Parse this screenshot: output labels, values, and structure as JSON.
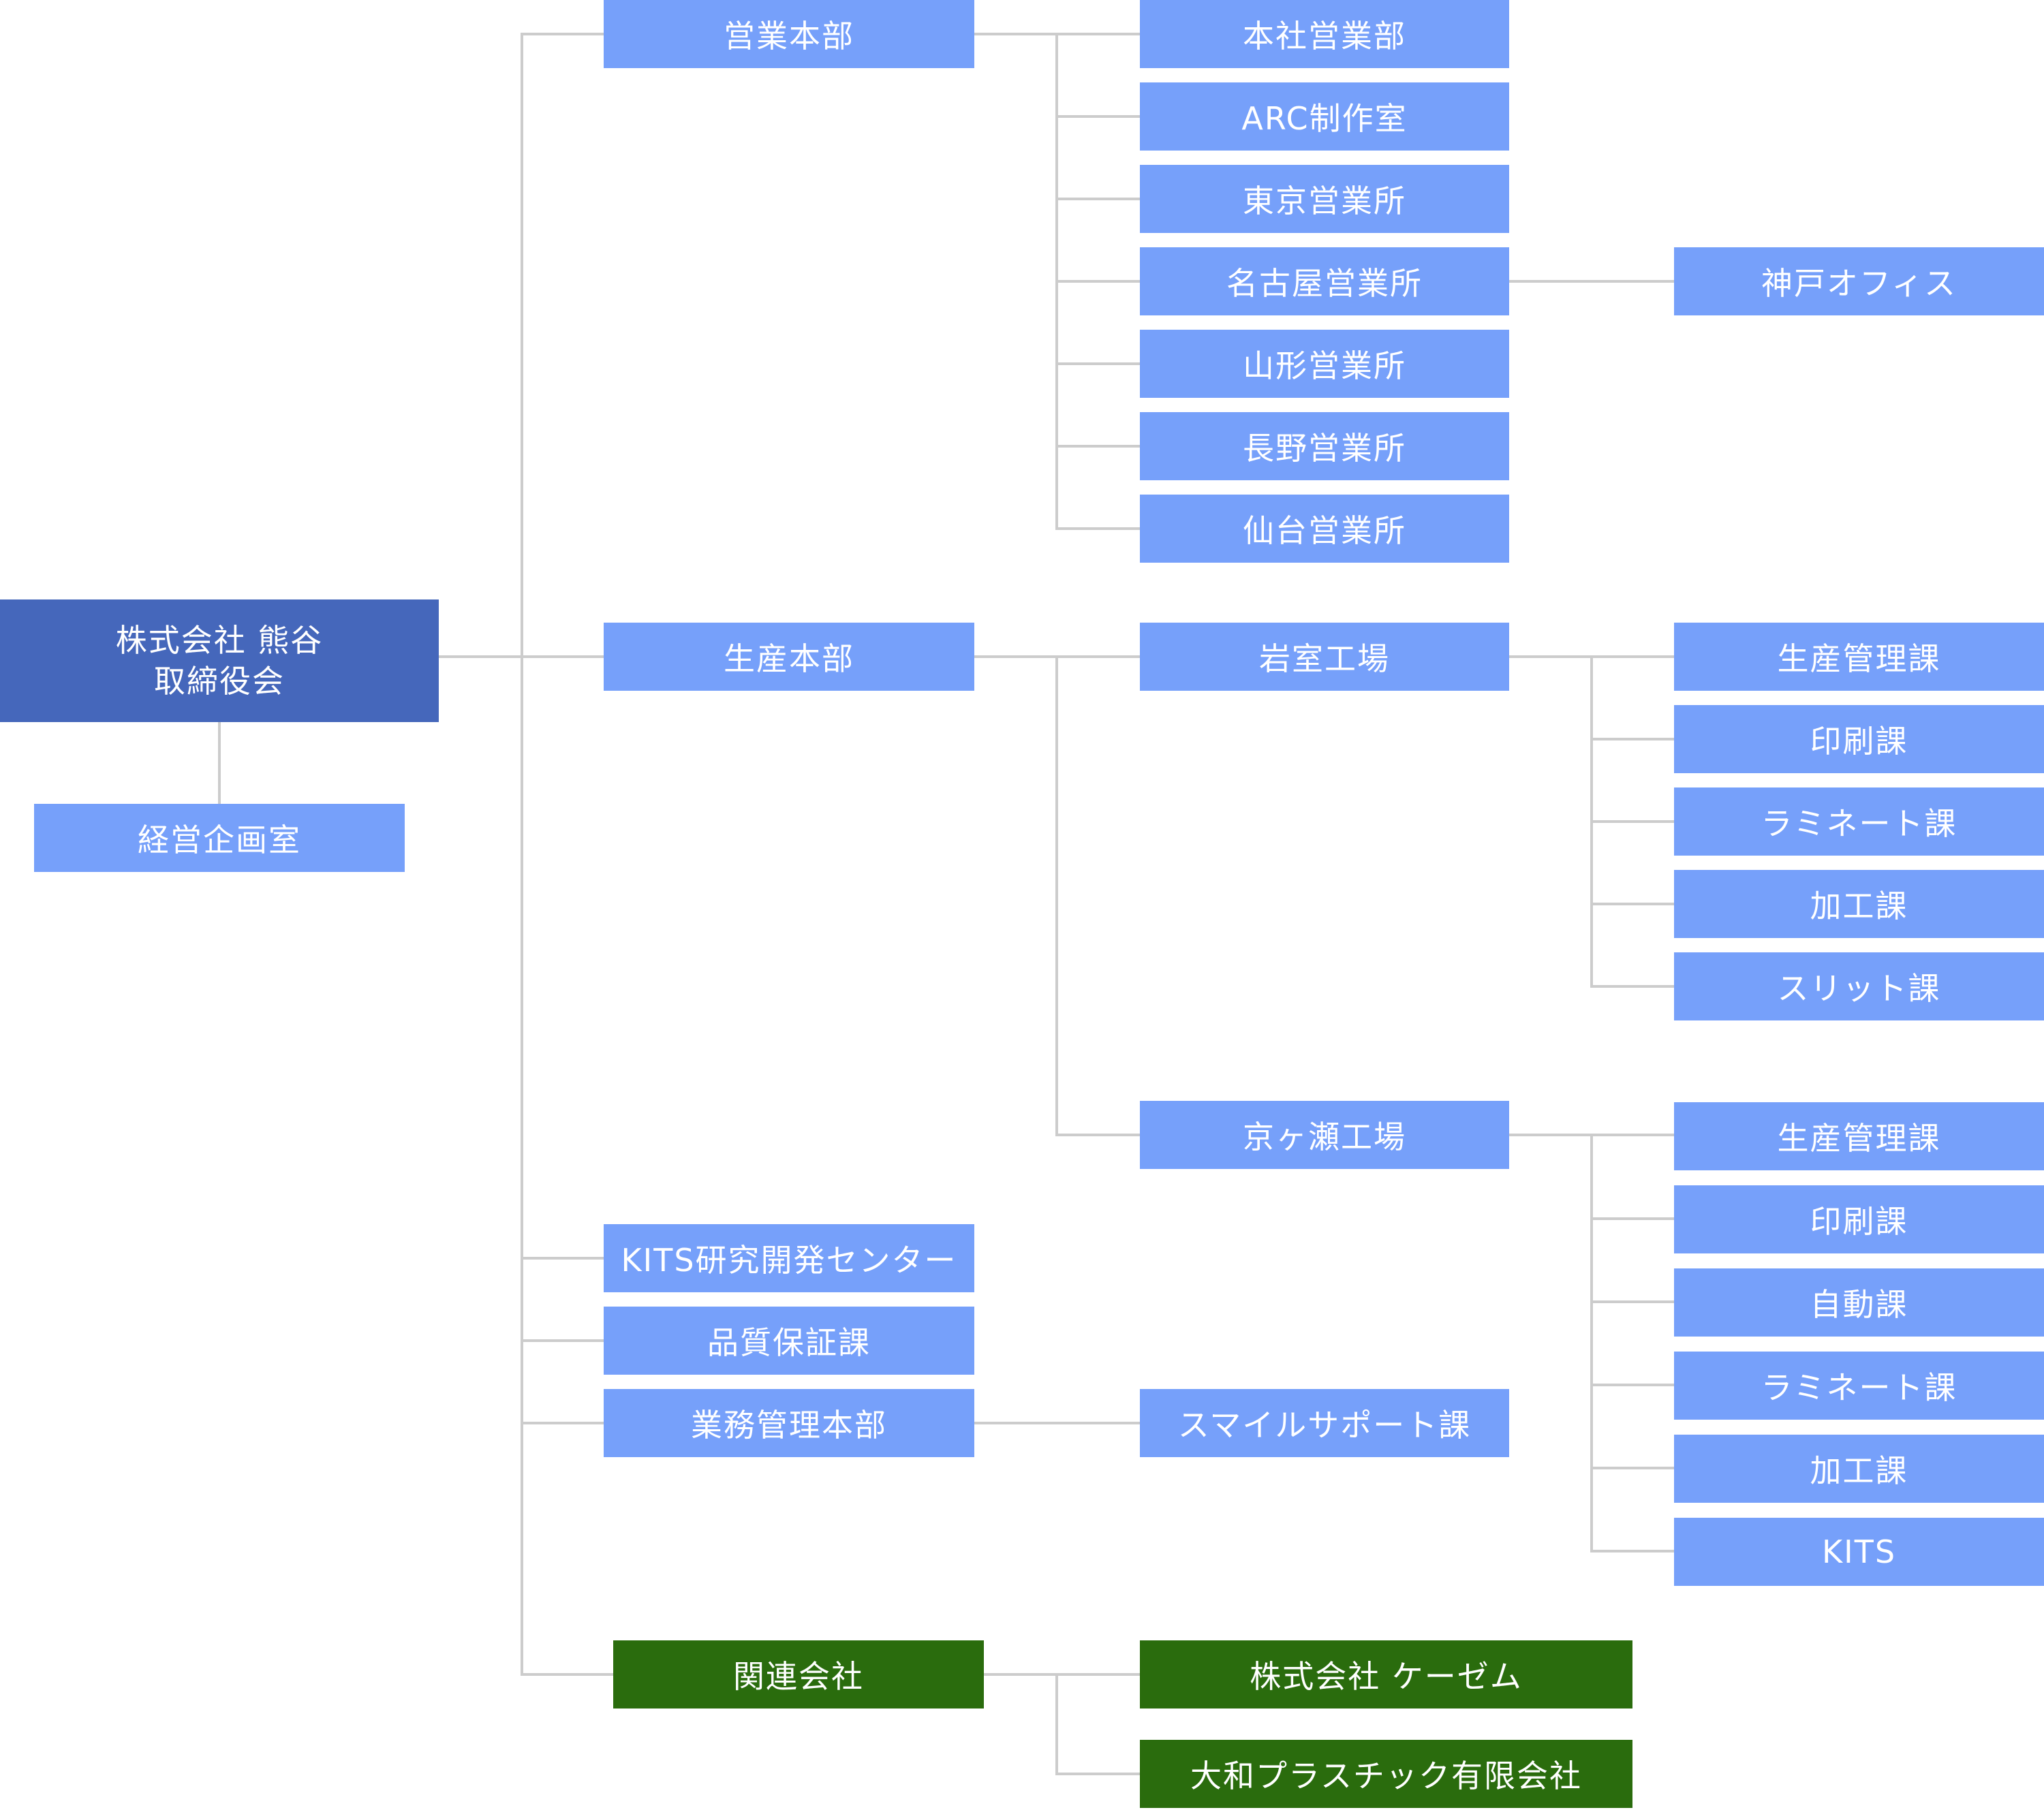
{
  "root": {
    "line1": "株式会社 熊谷",
    "line2": "取締役会"
  },
  "planning": "経営企画室",
  "sales_hq": {
    "label": "営業本部",
    "children": [
      "本社営業部",
      "ARC制作室",
      "東京営業所",
      "名古屋営業所",
      "山形営業所",
      "長野営業所",
      "仙台営業所"
    ],
    "kobe": "神戸オフィス"
  },
  "production_hq": {
    "label": "生産本部",
    "iwamuro": {
      "label": "岩室工場",
      "sections": [
        "生産管理課",
        "印刷課",
        "ラミネート課",
        "加工課",
        "スリット課"
      ]
    },
    "kyogase": {
      "label": "京ヶ瀬工場",
      "sections": [
        "生産管理課",
        "印刷課",
        "自動課",
        "ラミネート課",
        "加工課",
        "KITS"
      ]
    }
  },
  "kits_center": "KITS研究開発センター",
  "quality": "品質保証課",
  "admin_hq": {
    "label": "業務管理本部",
    "child": "スマイルサポート課"
  },
  "affiliates": {
    "label": "関連会社",
    "companies": [
      "株式会社 ケーゼム",
      "大和プラスチック有限会社"
    ]
  },
  "colors": {
    "root": "#4567bb",
    "department": "#76a0fa",
    "affiliate": "#2a6c0d",
    "connector": "#cccccc",
    "text": "#ffffff"
  }
}
